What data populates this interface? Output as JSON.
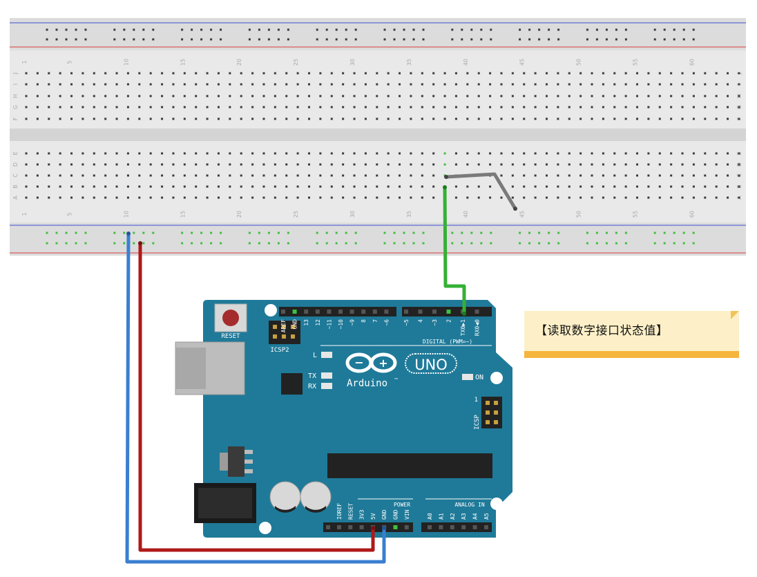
{
  "note": {
    "text": "【读取数字接口状态值】"
  },
  "breadboard": {
    "col_numbers": [
      "1",
      "5",
      "10",
      "15",
      "20",
      "25",
      "30",
      "35",
      "40",
      "45",
      "50",
      "55",
      "60"
    ],
    "rows_top": [
      "J",
      "I",
      "H",
      "G",
      "F"
    ],
    "rows_bottom": [
      "E",
      "D",
      "C",
      "B",
      "A"
    ]
  },
  "arduino": {
    "reset_label": "RESET",
    "icsp2_label": "ICSP2",
    "icsp_label": "ICSP",
    "header_digital_labels": [
      "AREF",
      "GND",
      "13",
      "12",
      "~11",
      "~10",
      "~9",
      "8",
      "7",
      "~6",
      "~5",
      "4",
      "~3",
      "2",
      "TX0▶1",
      "RX0◀0"
    ],
    "digital_label": "DIGITAL (PWM=~)",
    "l_label": "L",
    "tx_label": "TX",
    "rx_label": "RX",
    "on_label": "ON",
    "brand": "Arduino",
    "tm": "™",
    "model": "UNO",
    "icsp_one": "1",
    "power_label": "POWER",
    "analog_label": "ANALOG IN",
    "power_pins": [
      "IOREF",
      "RESET",
      "3V3",
      "5V",
      "GND",
      "GND",
      "VIN"
    ],
    "analog_pins": [
      "A0",
      "A1",
      "A2",
      "A3",
      "A4",
      "A5"
    ]
  },
  "colors": {
    "board": "#1f7a99",
    "breadboard": "#e6e6e6",
    "wire_red": "#b01919",
    "wire_blue": "#3a7fd1",
    "wire_green": "#35b035",
    "wire_gray": "#7a7a7a"
  }
}
